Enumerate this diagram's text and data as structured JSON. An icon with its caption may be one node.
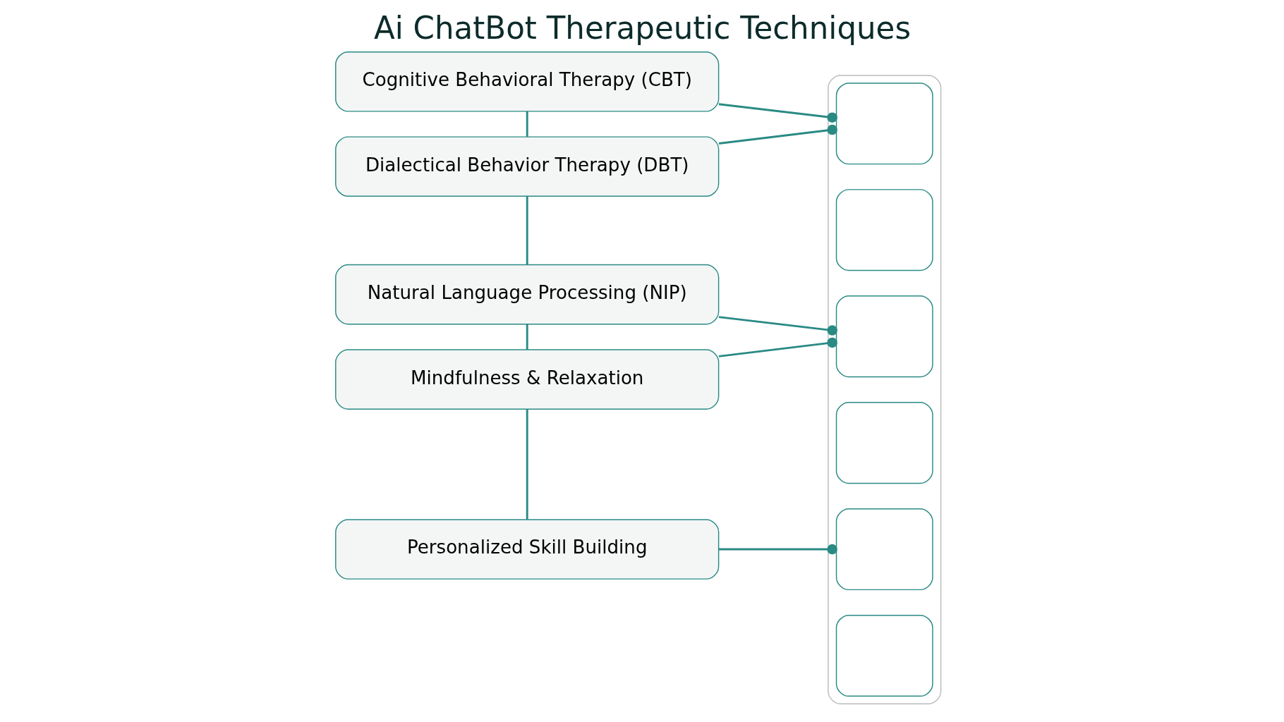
{
  "diagram": {
    "title": "Ai ChatBot Therapeutic Techniques",
    "nodes": [
      {
        "text": [
          "Cognitive Behavioral Therapy (CBT)"
        ]
      },
      {
        "text": [
          "Dialectical Behavior Therapy (DBT)"
        ]
      },
      {
        "text": [
          "Natural Language Processing (NIP)"
        ]
      },
      {
        "text": [
          "Mindfulness & Relaxation"
        ]
      },
      {
        "text": [
          "Personalized Skill Building"
        ]
      },
      {
        "text": [],
        "shape": "box"
      },
      {
        "text": [],
        "shape": "box",
        "in": 5
      },
      {
        "text": [],
        "shape": "box",
        "in": 5
      },
      {
        "text": [],
        "shape": "box",
        "in": 5
      },
      {
        "text": [],
        "shape": "box",
        "in": 5
      },
      {
        "text": [],
        "shape": "box",
        "in": 5
      },
      {
        "text": [],
        "shape": "box",
        "in": 5
      }
    ],
    "edges": [
      {
        "from": 0,
        "to": 1,
        "arrow": "none"
      },
      {
        "from": 1,
        "to": 2,
        "arrow": "none"
      },
      {
        "from": 2,
        "to": 3,
        "arrow": "none"
      },
      {
        "from": 3,
        "to": 4,
        "arrow": "none"
      },
      {
        "from": 0,
        "to": 6,
        "arrow": "other"
      },
      {
        "from": 1,
        "to": 6,
        "arrow": "other"
      },
      {
        "from": 2,
        "to": 8,
        "arrow": "other"
      },
      {
        "from": 3,
        "to": 8,
        "arrow": "other"
      },
      {
        "from": 4,
        "to": 10,
        "arrow": "other"
      }
    ]
  }
}
